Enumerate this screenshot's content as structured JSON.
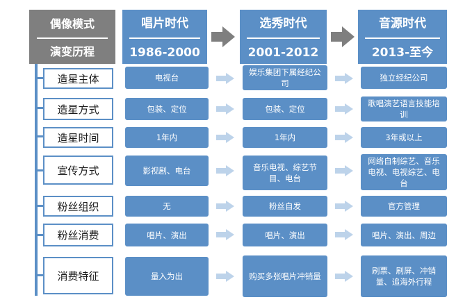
{
  "header_left": {
    "line1": "偶像模式",
    "line2": "演变历程"
  },
  "eras": [
    {
      "name": "唱片时代",
      "years": "1986-2000"
    },
    {
      "name": "选秀时代",
      "years": "2001-2012"
    },
    {
      "name": "音源时代",
      "years": "2013-至今"
    }
  ],
  "rows": [
    {
      "label": "造星主体",
      "cells": [
        "电视台",
        "娱乐集团下属经纪公司",
        "独立经纪公司"
      ]
    },
    {
      "label": "造星方式",
      "cells": [
        "包装、定位",
        "包装、定位",
        "歌唱演艺语言技能培训"
      ]
    },
    {
      "label": "造星时间",
      "cells": [
        "1年内",
        "1年内",
        "3年或以上"
      ]
    },
    {
      "label": "宣传方式",
      "cells": [
        "影视剧、电台",
        "音乐电视、综艺节目、电台",
        "网络自制综艺、音乐电视、电视综艺、电台"
      ]
    },
    {
      "label": "粉丝组织",
      "cells": [
        "无",
        "粉丝自发",
        "官方管理"
      ]
    },
    {
      "label": "粉丝消费",
      "cells": [
        "唱片、演出",
        "唱片、演出",
        "唱片、演出、周边"
      ]
    },
    {
      "label": "消费特征",
      "cells": [
        "量入为出",
        "购买多张唱片冲销量",
        "刷票、刷屏、冲销量、追海外行程"
      ]
    }
  ],
  "colors": {
    "blue": "#5b8fc6",
    "gray": "#7f7f7f",
    "arrow_gray": "#7f7f7f",
    "arrow_light": "#bdd3ea"
  }
}
